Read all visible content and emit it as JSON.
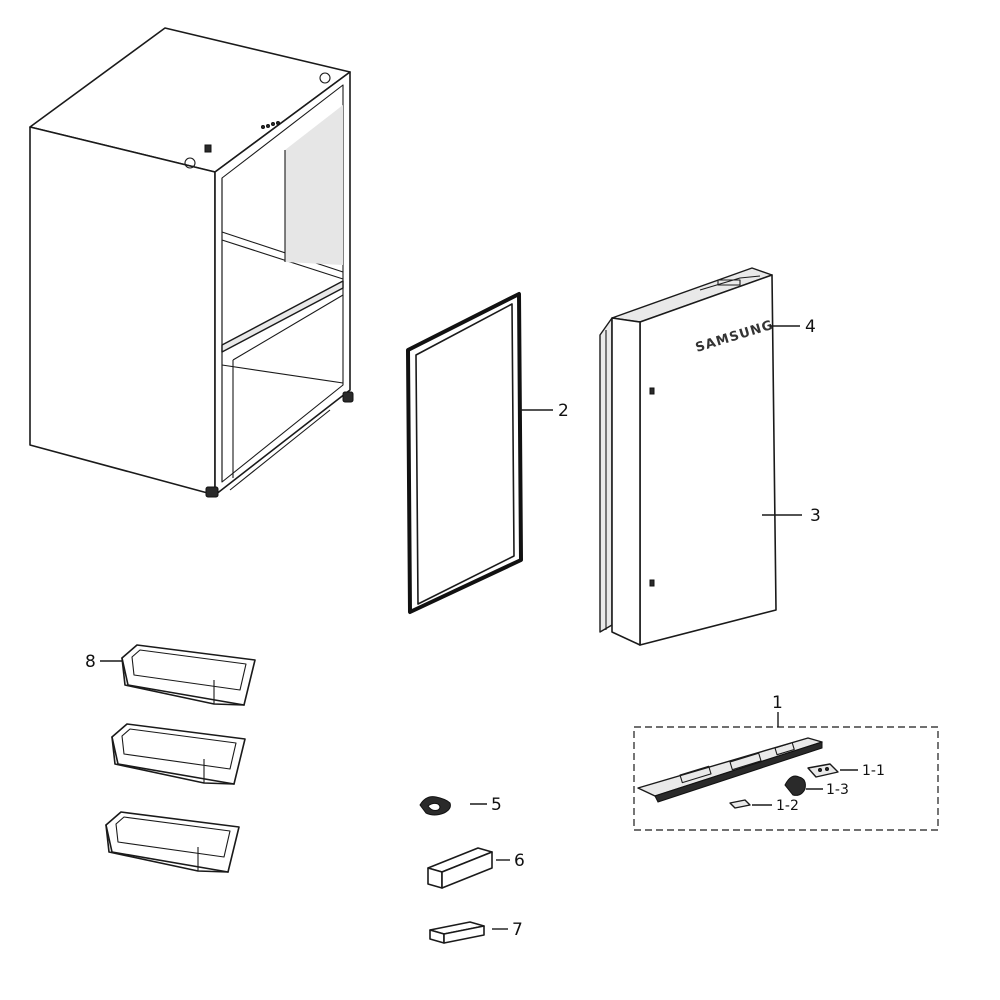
{
  "labels": {
    "door_gasket": "2",
    "door_panel": "3",
    "door_logo": "4",
    "hinge_assembly": "1",
    "hinge_1_1": "1-1",
    "hinge_1_2": "1-2",
    "hinge_1_3": "1-3",
    "part_5": "5",
    "part_6": "6",
    "part_7": "7",
    "door_bin": "8"
  },
  "logo_text": "SAMSUNG"
}
